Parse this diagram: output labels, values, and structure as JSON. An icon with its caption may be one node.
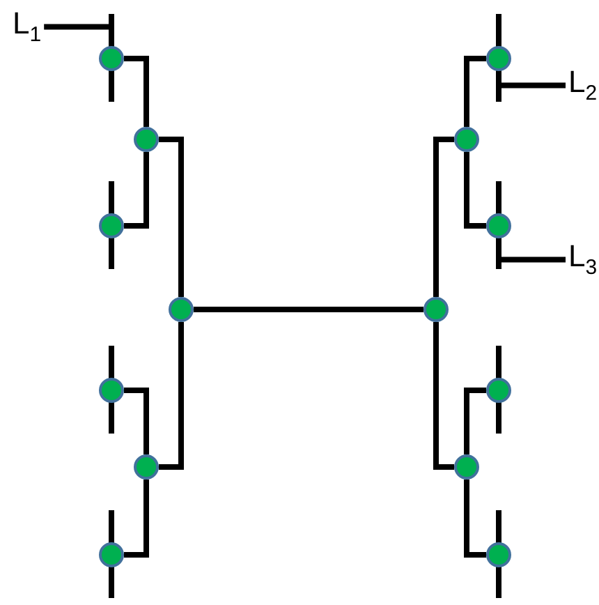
{
  "diagram": {
    "nodes": [
      {
        "text": [
          "L$_{1}$"
        ]
      },
      {
        "text": [],
        "shape": "circle"
      },
      {
        "text": [],
        "shape": "circle"
      },
      {
        "text": [
          "L$_{2}$"
        ]
      },
      {
        "text": [],
        "shape": "circle"
      },
      {
        "text": [],
        "shape": "circle"
      },
      {
        "text": [],
        "shape": "circle"
      },
      {
        "text": [],
        "shape": "circle"
      },
      {
        "text": [
          "L$_{3}$"
        ]
      },
      {
        "text": [],
        "shape": "circle"
      },
      {
        "text": [],
        "shape": "circle"
      },
      {
        "text": [],
        "shape": "circle"
      },
      {
        "text": [],
        "shape": "circle"
      },
      {
        "text": [],
        "shape": "circle"
      },
      {
        "text": [],
        "shape": "circle"
      },
      {
        "text": [],
        "shape": "circle"
      },
      {
        "text": [],
        "shape": "circle"
      }
    ],
    "edges": [
      {
        "from": 0,
        "to": null,
        "arrow": "none"
      },
      {
        "from": 3,
        "to": 2,
        "arrow": "none"
      },
      {
        "from": 8,
        "to": null,
        "arrow": "none"
      },
      {
        "from": 1,
        "to": 4,
        "arrow": "none"
      },
      {
        "from": 6,
        "to": 4,
        "arrow": "none"
      },
      {
        "from": 4,
        "to": 9,
        "arrow": "none"
      },
      {
        "from": 11,
        "to": 13,
        "arrow": "none"
      },
      {
        "from": 15,
        "to": 13,
        "arrow": "none"
      },
      {
        "from": 13,
        "to": 9,
        "arrow": "none"
      },
      {
        "from": 9,
        "to": 10,
        "arrow": "none"
      },
      {
        "from": 10,
        "to": 5,
        "arrow": "none"
      },
      {
        "from": 5,
        "to": 2,
        "arrow": "none"
      },
      {
        "from": 5,
        "to": 7,
        "arrow": "none"
      },
      {
        "from": 10,
        "to": 14,
        "arrow": "none"
      },
      {
        "from": 14,
        "to": 12,
        "arrow": "none"
      },
      {
        "from": 14,
        "to": 16,
        "arrow": "none"
      }
    ]
  }
}
